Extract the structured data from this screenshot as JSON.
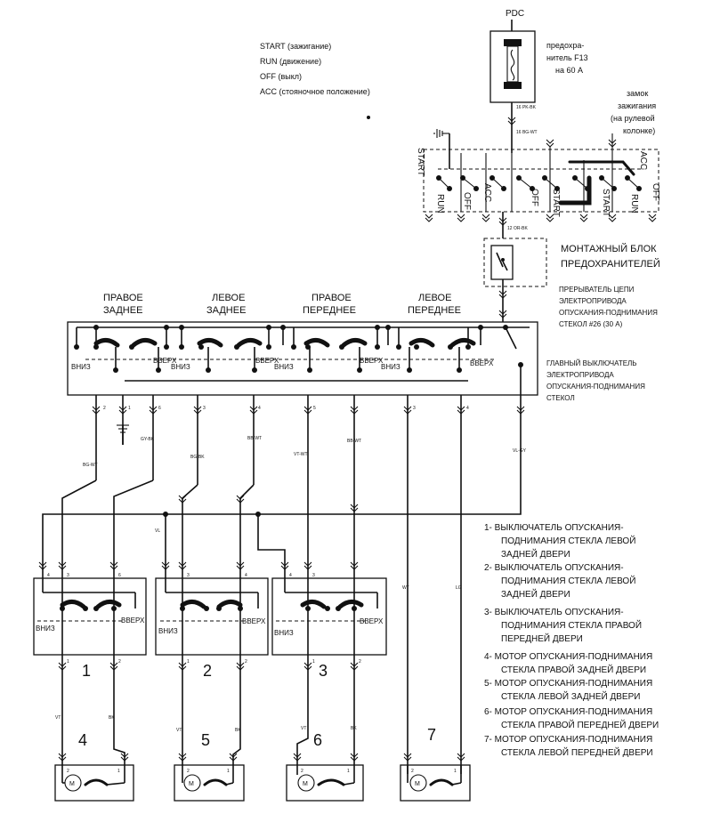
{
  "pdc": {
    "label": "PDC",
    "fuse": [
      "предохра-",
      "нитель F13",
      "на 60 А"
    ]
  },
  "modes": [
    "START (зажигание)",
    "RUN (движение)",
    "OFF (выкл)",
    "ACC (стояночное положение)"
  ],
  "ignition_lock": [
    "замок",
    "зажигания",
    "(на рулевой",
    "колонке)"
  ],
  "ignition_positions": {
    "start": "START",
    "run": "RUN",
    "off": "OFF",
    "acc": "ACC"
  },
  "fuse_block": [
    "МОНТАЖНЫЙ БЛОК",
    "ПРЕДОХРАНИТЕЛЕЙ"
  ],
  "breaker": [
    "ПРЕРЫВАТЕЛЬ ЦЕПИ",
    "ЭЛЕКТРОПРИВОДА",
    "ОПУСКАНИЯ-ПОДНИМАНИЯ",
    "СТЕКОЛ #26 (30 А)"
  ],
  "master_switch": [
    "ГЛАВНЫЙ ВЫКЛЮЧАТЕЛЬ",
    "ЭЛЕКТРОПРИВОДА",
    "ОПУСКАНИЯ-ПОДНИМАНИЯ",
    "СТЕКОЛ"
  ],
  "sections": [
    {
      "line1": "ПРАВОЕ",
      "line2": "ЗАДНЕЕ"
    },
    {
      "line1": "ЛЕВОЕ",
      "line2": "ЗАДНЕЕ"
    },
    {
      "line1": "ПРАВОЕ",
      "line2": "ПЕРЕДНЕЕ"
    },
    {
      "line1": "ЛЕВОЕ",
      "line2": "ПЕРЕДНЕЕ"
    }
  ],
  "down_label": "ВНИЗ",
  "up_label": "ВВЕРХ",
  "wire_codes": {
    "pdc_out": "16 PK-BK",
    "lock_in": "16 BG-WT",
    "lock_out": "12 OR-BK",
    "rr_down": "BG-WT",
    "rr_up": "GY-BK",
    "lr_down": "BG-BK",
    "lr_up": "BB-WT",
    "rf_down": "VT-WT",
    "rf_up": "BB-WT",
    "lf_feed": "VL-GY",
    "bus": "VL",
    "sw3_a": "WT",
    "sw3_b": "LG",
    "m_vt1": "VT",
    "m_bk1": "BK",
    "m_vt2": "VT",
    "m_bk2": "BK",
    "m_vt3": "VT",
    "m_bk3": "BK"
  },
  "pins": {
    "m2": "2",
    "m1": "1",
    "m6": "6",
    "m3": "3",
    "m4": "4",
    "m5": "5",
    "m3b": "3",
    "m4b": "4",
    "s1a": "4",
    "s1b": "3",
    "s1c": "6",
    "s2a": "3",
    "s2b": "4",
    "s3a": "4",
    "s3b": "3",
    "o1a": "1",
    "o1b": "2",
    "o2a": "1",
    "o2b": "2",
    "o3a": "1",
    "o3b": "2",
    "c4a": "2",
    "c4b": "1",
    "c5a": "2",
    "c5b": "1",
    "c6a": "2",
    "c6b": "1",
    "c7a": "2",
    "c7b": "1",
    "f4": "4",
    "f5": "5"
  },
  "switch_numbers": [
    "1",
    "2",
    "3"
  ],
  "motor_numbers": [
    "4",
    "5",
    "6",
    "7"
  ],
  "motor_symbol": "М",
  "legend": [
    [
      "1- ВЫКЛЮЧАТЕЛЬ ОПУСКАНИЯ-",
      "ПОДНИМАНИЯ СТЕКЛА ЛЕВОЙ",
      "ЗАДНЕЙ ДВЕРИ"
    ],
    [
      "2- ВЫКЛЮЧАТЕЛЬ ОПУСКАНИЯ-",
      "ПОДНИМАНИЯ СТЕКЛА ЛЕВОЙ",
      "ЗАДНЕЙ ДВЕРИ"
    ],
    [
      "3- ВЫКЛЮЧАТЕЛЬ ОПУСКАНИЯ-",
      "ПОДНИМАНИЯ СТЕКЛА ПРАВОЙ",
      "ПЕРЕДНЕЙ ДВЕРИ"
    ],
    [
      "4- МОТОР ОПУСКАНИЯ-ПОДНИМАНИЯ",
      "СТЕКЛА ПРАВОЙ ЗАДНЕЙ ДВЕРИ"
    ],
    [
      "5- МОТОР ОПУСКАНИЯ-ПОДНИМАНИЯ",
      "СТЕКЛА ЛЕВОЙ ЗАДНЕЙ ДВЕРИ"
    ],
    [
      "6- МОТОР ОПУСКАНИЯ-ПОДНИМАНИЯ",
      "СТЕКЛА ПРАВОЙ ПЕРЕДНЕЙ ДВЕРИ"
    ],
    [
      "7- МОТОР ОПУСКАНИЯ-ПОДНИМАНИЯ",
      "СТЕКЛА ЛЕВОЙ ПЕРЕДНЕЙ ДВЕРИ"
    ]
  ]
}
